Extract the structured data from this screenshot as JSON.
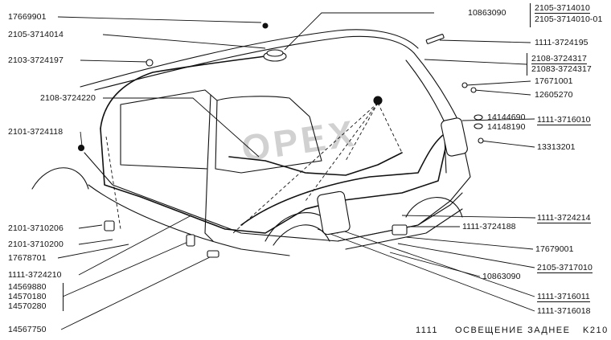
{
  "labels": {
    "l_17669901": "17669901",
    "l_2105_3714014": "2105-3714014",
    "l_2103_3724197": "2103-3724197",
    "l_2108_3724220": "2108-3724220",
    "l_2101_3724118": "2101-3724118",
    "l_2101_3710206": "2101-3710206",
    "l_2101_3710200": "2101-3710200",
    "l_17678701": "17678701",
    "l_1111_3724210": "1111-3724210",
    "l_14569880": "14569880",
    "l_14570180": "14570180",
    "l_14570280": "14570280",
    "l_14567750": "14567750",
    "l_10863090_top": "10863090",
    "l_2105_3714010": "2105-3714010",
    "l_2105_3714010_01": "2105-3714010-01",
    "l_1111_3724195": "1111-3724195",
    "l_2108_3724317": "2108-3724317",
    "l_21083_3724317": "21083-3724317",
    "l_17671001": "17671001",
    "l_12605270": "12605270",
    "l_14144690": "14144690",
    "l_14148190": "14148190",
    "l_1111_3716010": "1111-3716010",
    "l_13313201": "13313201",
    "l_1111_3724214": "1111-3724214",
    "l_1111_3724188": "1111-3724188",
    "l_17679001": "17679001",
    "l_2105_3717010": "2105-3717010",
    "l_10863090_bot": "10863090",
    "l_1111_3716011": "1111-3716011",
    "l_1111_3716018": "1111-3716018"
  },
  "footer": {
    "model": "1111",
    "title": "ОСВЕЩЕНИЕ ЗАДНЕЕ",
    "code": "K210"
  },
  "watermark": "OPEX"
}
